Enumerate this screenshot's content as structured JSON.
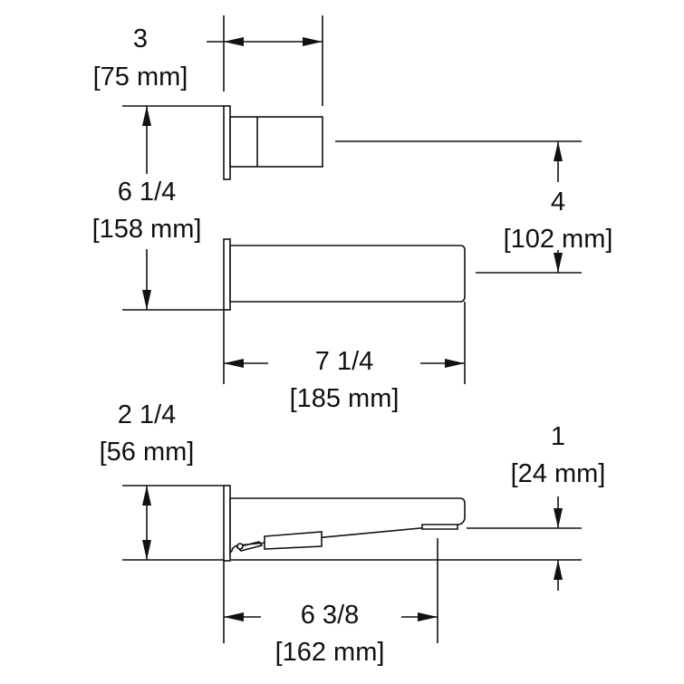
{
  "drawing": {
    "top_view": {
      "depth_dim": {
        "imperial": "3",
        "metric": "[75 mm]"
      },
      "height_dim": {
        "imperial": "6 1/4",
        "metric": "[158 mm]"
      },
      "spacing_dim": {
        "imperial": "4",
        "metric": "[102 mm]"
      },
      "spout_length_dim": {
        "imperial": "7 1/4",
        "metric": "[185 mm]"
      }
    },
    "side_view": {
      "spout_height_dim": {
        "imperial": "2 1/4",
        "metric": "[56 mm]"
      },
      "outlet_dim": {
        "imperial": "1",
        "metric": "[24 mm]"
      },
      "reach_dim": {
        "imperial": "6 3/8",
        "metric": "[162 mm]"
      }
    }
  },
  "colors": {
    "line": "#111111",
    "background": "#ffffff"
  }
}
